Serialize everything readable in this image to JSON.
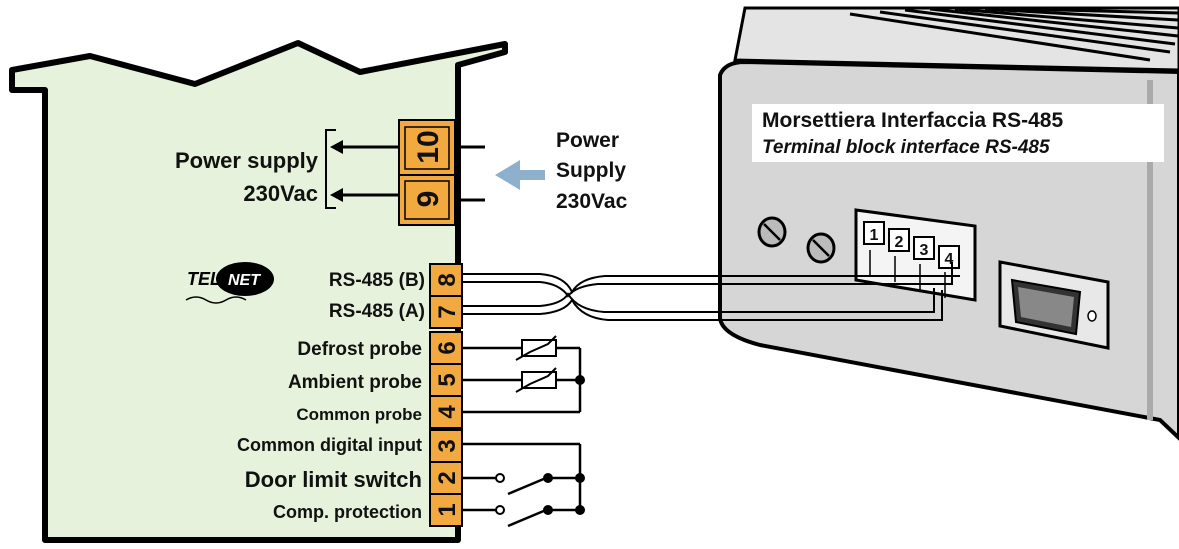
{
  "colors": {
    "panel_fill": "#e6f2dc",
    "terminal_fill": "#f2a940",
    "arrow": "#8fb0cc",
    "device_fill": "#d9d9d9",
    "stroke": "#000000"
  },
  "power": {
    "left_label_line1": "Power supply",
    "left_label_line2": "230Vac",
    "right_label_line1": "Power",
    "right_label_line2": "Supply",
    "right_label_line3": "230Vac"
  },
  "telenet_logo": {
    "left": "TELE",
    "right": "NET"
  },
  "terminals": [
    {
      "number": "10",
      "label": ""
    },
    {
      "number": "9",
      "label": ""
    },
    {
      "number": "8",
      "label": "RS-485 (B)"
    },
    {
      "number": "7",
      "label": "RS-485 (A)"
    },
    {
      "number": "6",
      "label": "Defrost probe"
    },
    {
      "number": "5",
      "label": "Ambient probe"
    },
    {
      "number": "4",
      "label": "Common probe"
    },
    {
      "number": "3",
      "label": "Common digital input"
    },
    {
      "number": "2",
      "label": "Door limit switch"
    },
    {
      "number": "1",
      "label": "Comp. protection"
    }
  ],
  "interface": {
    "title_it": "Morsettiera Interfaccia RS-485",
    "title_en": "Terminal block interface RS-485",
    "block_numbers": [
      "1",
      "2",
      "3",
      "4"
    ]
  }
}
